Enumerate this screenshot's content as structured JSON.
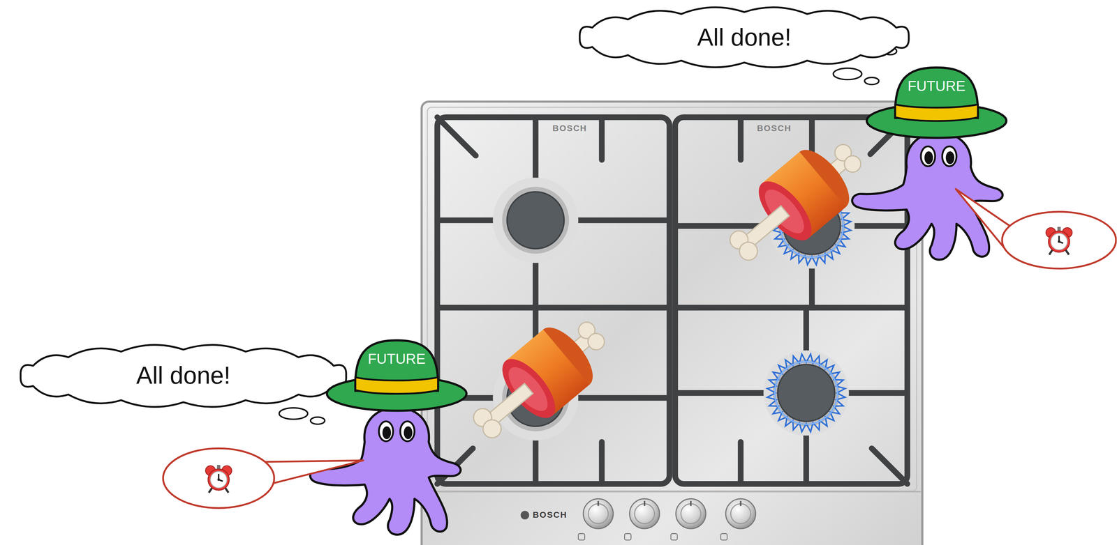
{
  "diagram": {
    "nodes": [
      {
        "text": [
          "All done!"
        ]
      },
      {
        "text": [
          "FUTURE"
        ]
      },
      {
        "text": [
          "All done!"
        ]
      },
      {
        "text": [
          "FUTURE"
        ]
      }
    ],
    "labels": [
      "BOSCH",
      "BOSCH",
      "BOSCH"
    ]
  }
}
